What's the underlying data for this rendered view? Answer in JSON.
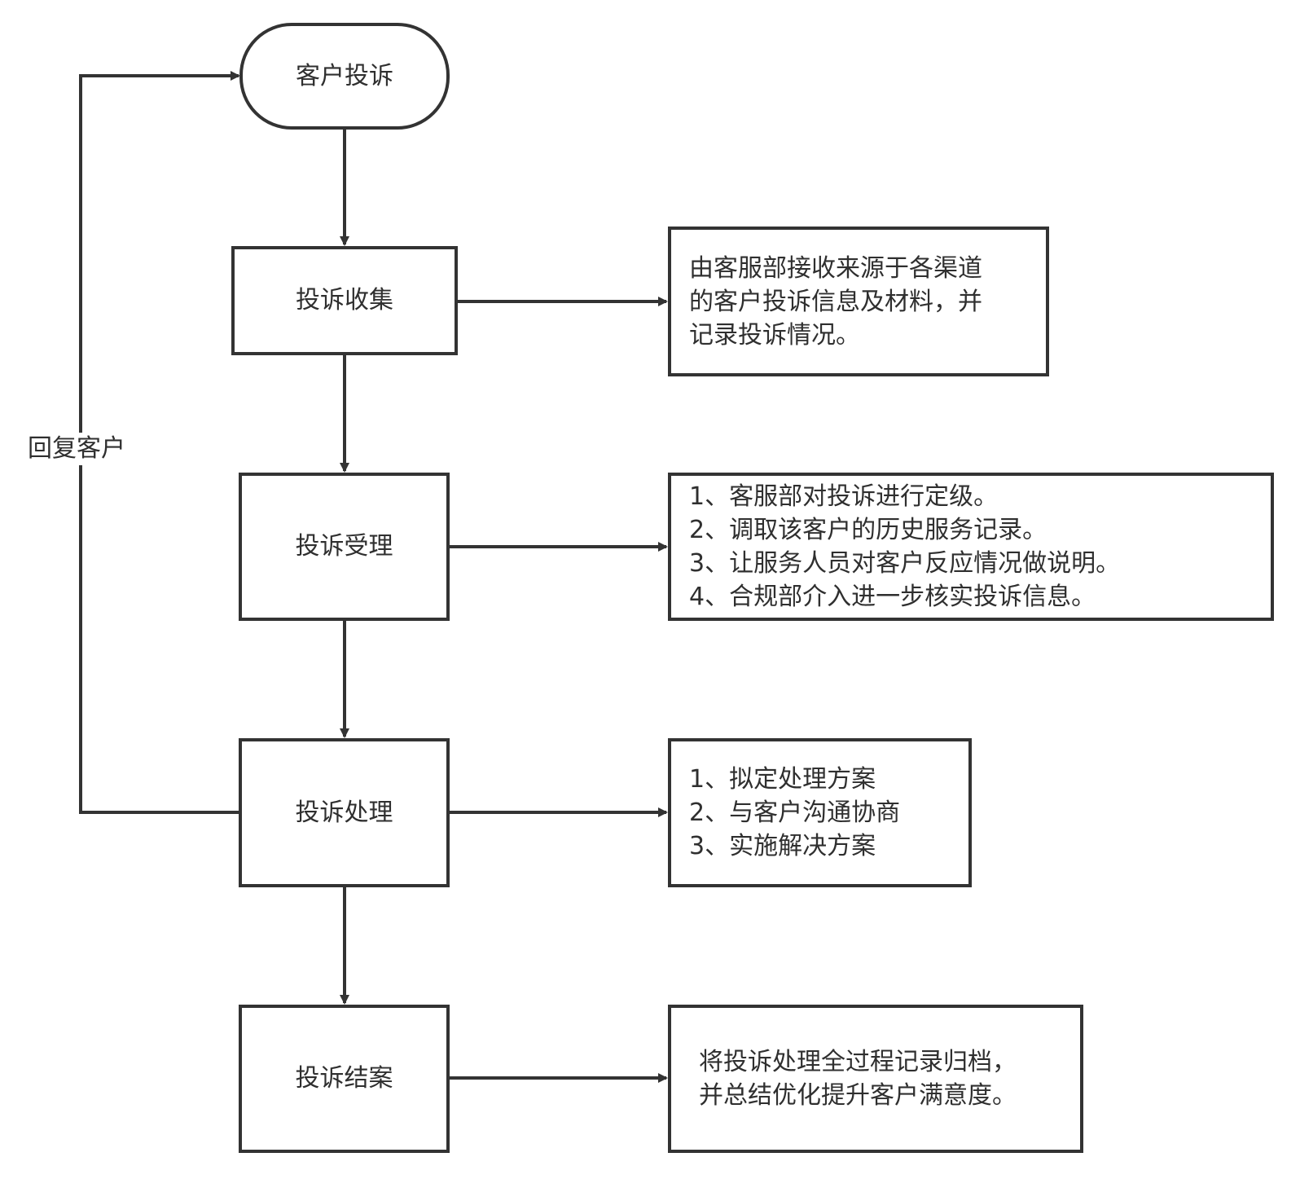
{
  "flowchart": {
    "start": {
      "label": "客户投诉"
    },
    "steps": [
      {
        "label": "投诉收集",
        "note_lines": [
          "由客服部接收来源于各渠道",
          "的客户投诉信息及材料，并",
          "记录投诉情况。"
        ]
      },
      {
        "label": "投诉受理",
        "note_lines": [
          "1、客服部对投诉进行定级。",
          "2、调取该客户的历史服务记录。",
          "3、让服务人员对客户反应情况做说明。",
          "4、合规部介入进一步核实投诉信息。"
        ]
      },
      {
        "label": "投诉处理",
        "note_lines": [
          "1、拟定处理方案",
          "2、与客户沟通协商",
          "3、实施解决方案"
        ]
      },
      {
        "label": "投诉结案",
        "note_lines": [
          "将投诉处理全过程记录归档，",
          "并总结优化提升客户满意度。"
        ]
      }
    ],
    "loop_label": "回复客户"
  },
  "colors": {
    "stroke": "#333333",
    "text": "#2f2f2f",
    "background": "#ffffff"
  }
}
